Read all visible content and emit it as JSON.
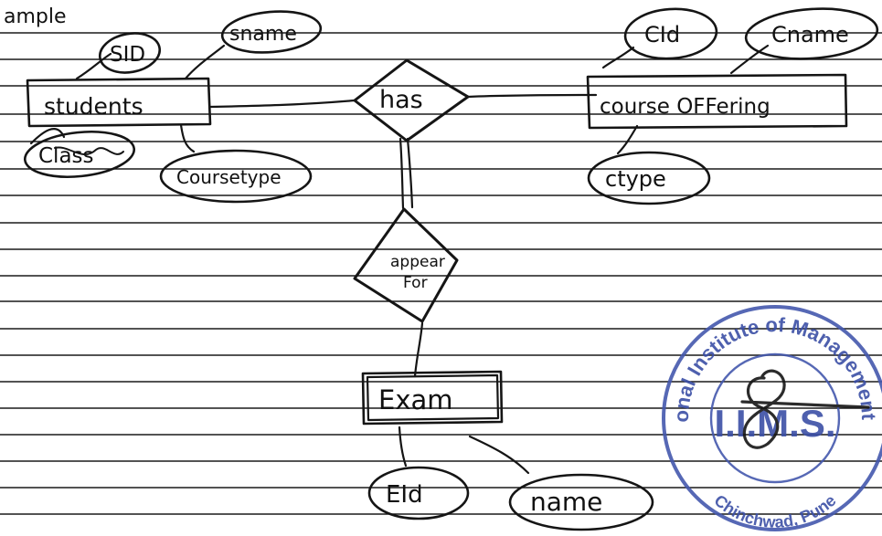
{
  "header": {
    "text": "ample"
  },
  "entities": {
    "students": "students",
    "course_offering": "course OFFering",
    "exam": "Exam"
  },
  "relationships": {
    "has": "has",
    "appear_line1": "appear",
    "appear_line2": "For"
  },
  "attributes": {
    "sid": "SID",
    "sname": "sname",
    "class": "Class",
    "coursetype": "Coursetype",
    "cid": "CId",
    "cname": "Cname",
    "ctype": "ctype",
    "eid": "EId",
    "name": "name"
  },
  "stamp": {
    "ring_text": "International Institute of Management Science",
    "bottom_text": "Chinchwad, Pune",
    "center_text": "I.I.M.S."
  }
}
